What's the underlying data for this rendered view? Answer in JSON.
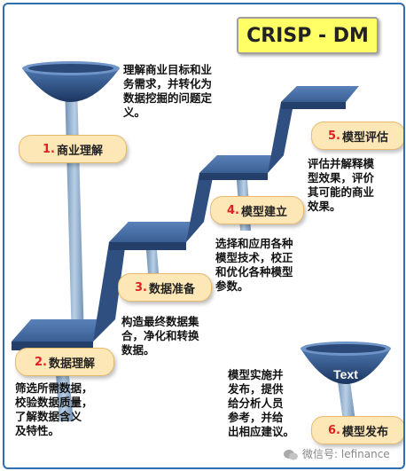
{
  "title": "CRISP - DM",
  "steps": [
    {
      "num": "1.",
      "label": "商业理解",
      "desc": [
        "理解商业目标和业",
        "务需求，并转化为",
        "数据挖掘的问题定",
        "义。"
      ]
    },
    {
      "num": "2.",
      "label": "数据理解",
      "desc": [
        "筛选所需数据，",
        "校验数据质量，",
        "了解数据含义",
        "及特性。"
      ]
    },
    {
      "num": "3.",
      "label": "数据准备",
      "desc": [
        "构造最终数据集",
        "合，净化和转换",
        "数据。"
      ]
    },
    {
      "num": "4.",
      "label": "模型建立",
      "desc": [
        "选择和应用各种",
        "模型技术，校正",
        "和优化各种模型",
        "参数。"
      ]
    },
    {
      "num": "5.",
      "label": "模型评估",
      "desc": [
        "评估并解释模",
        "型效果，评价",
        "其可能的商业",
        "效果。"
      ]
    },
    {
      "num": "6.",
      "label": "模型发布",
      "desc": [
        "模型实施并",
        "发布，提供",
        "给分析人员",
        "参考，并给",
        "出相应建议。"
      ]
    }
  ],
  "bowl_text": "Text",
  "watermark": "微信号: lefinance",
  "colors": {
    "accent": "#e02020",
    "label_bg": "#fde7b7",
    "stair": "#3a5f95",
    "stair_dark": "#24406a",
    "stem": "#8aa8c8",
    "title_bg": "#ffff66"
  }
}
